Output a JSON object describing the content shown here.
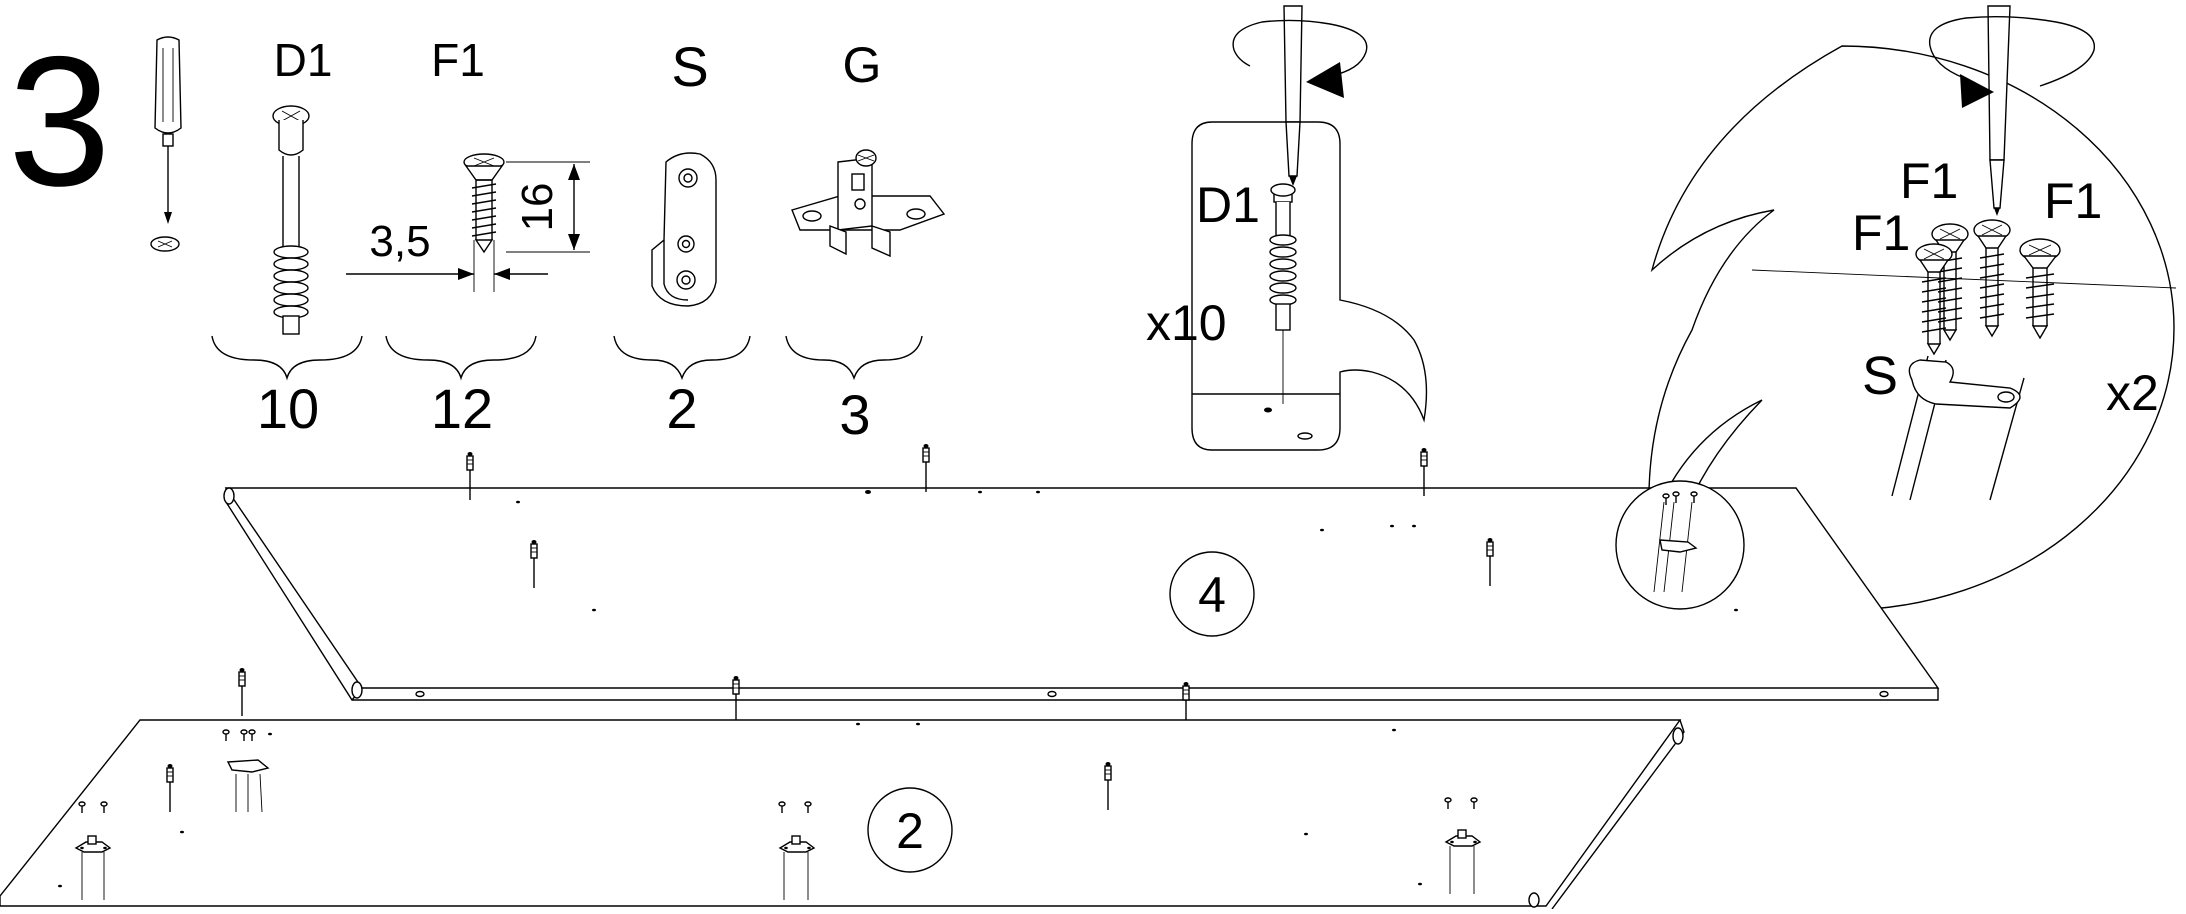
{
  "step_number": "3",
  "parts": [
    {
      "code": "D1",
      "quantity": "10"
    },
    {
      "code": "F1",
      "quantity": "12"
    },
    {
      "code": "S",
      "quantity": "2"
    },
    {
      "code": "G",
      "quantity": "3"
    }
  ],
  "screw_dimensions": {
    "diameter": "3,5",
    "length": "16"
  },
  "detail_dowel": {
    "part": "D1",
    "count": "x10"
  },
  "detail_rail": {
    "screws": [
      "F1",
      "F1",
      "F1"
    ],
    "holder": "S",
    "count": "x2"
  },
  "panels": [
    {
      "number": "4"
    },
    {
      "number": "2"
    }
  ]
}
